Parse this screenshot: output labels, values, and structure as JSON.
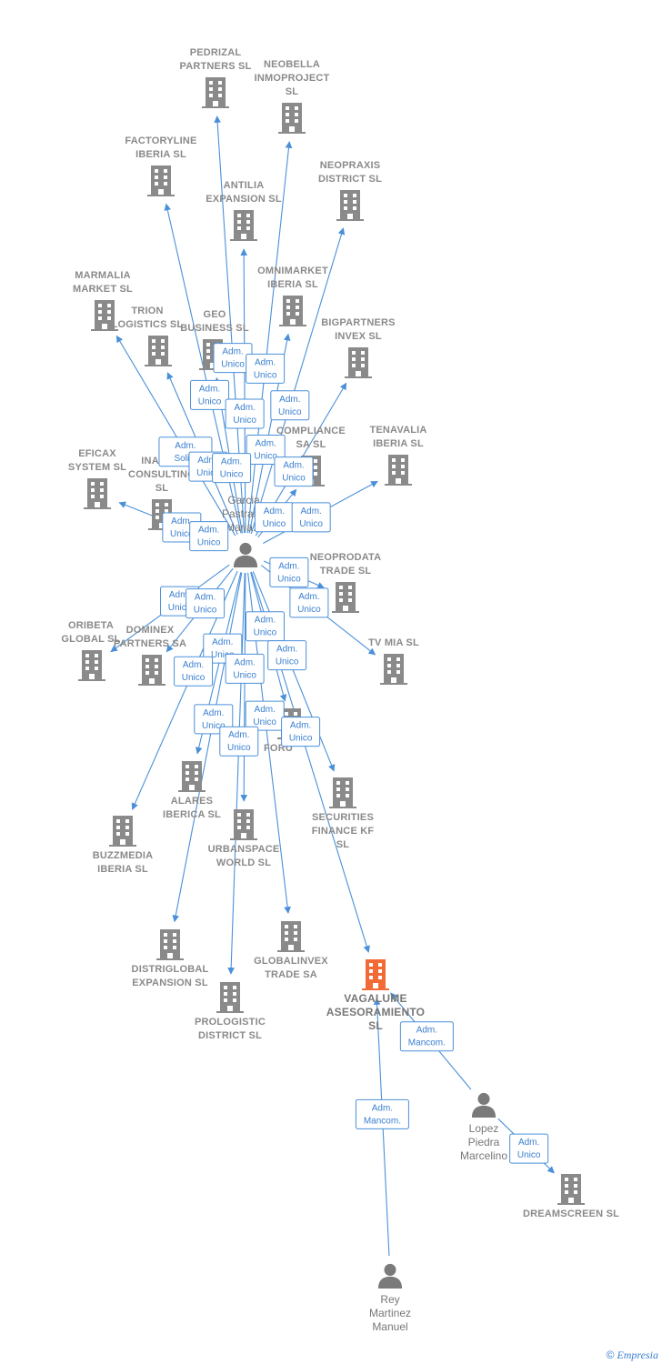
{
  "colors": {
    "edge": "#4a90d9",
    "company": "#8a8a8a",
    "focus": "#f26a36",
    "person": "#7a7a7a"
  },
  "footer": {
    "copyright": "©",
    "brand": "Empresia"
  },
  "nodes": [
    {
      "id": "pedrizal",
      "kind": "company",
      "lines": [
        "PEDRIZAL",
        "PARTNERS SL"
      ],
      "icon": "building-icon"
    },
    {
      "id": "neobella",
      "kind": "company",
      "lines": [
        "NEOBELLA",
        "INMOPROJECT",
        "SL"
      ],
      "icon": "building-icon"
    },
    {
      "id": "factoryline",
      "kind": "company",
      "lines": [
        "FACTORYLINE",
        "IBERIA SL"
      ],
      "icon": "building-icon"
    },
    {
      "id": "neopraxis",
      "kind": "company",
      "lines": [
        "NEOPRAXIS",
        "DISTRICT SL"
      ],
      "icon": "building-icon"
    },
    {
      "id": "antilia",
      "kind": "company",
      "lines": [
        "ANTILIA",
        "EXPANSION SL"
      ],
      "icon": "building-icon"
    },
    {
      "id": "omnimarket",
      "kind": "company",
      "lines": [
        "OMNIMARKET",
        "IBERIA SL"
      ],
      "icon": "building-icon"
    },
    {
      "id": "marmalia",
      "kind": "company",
      "lines": [
        "MARMALIA",
        "MARKET SL"
      ],
      "icon": "building-icon"
    },
    {
      "id": "trion",
      "kind": "company",
      "lines": [
        "TRION",
        "LOGISTICS SL"
      ],
      "icon": "building-icon"
    },
    {
      "id": "geo",
      "kind": "company",
      "lines": [
        "GEO",
        "BUSINESS SL"
      ],
      "icon": "building-icon"
    },
    {
      "id": "bigpartners",
      "kind": "company",
      "lines": [
        "BIGPARTNERS",
        "INVEX SL"
      ],
      "icon": "building-icon"
    },
    {
      "id": "compliance",
      "kind": "company",
      "lines": [
        "COMPLIANCE",
        "SA SL"
      ],
      "icon": "building-icon"
    },
    {
      "id": "tenavalia",
      "kind": "company",
      "lines": [
        "TENAVALIA",
        "IBERIA SL"
      ],
      "icon": "building-icon"
    },
    {
      "id": "eficax",
      "kind": "company",
      "lines": [
        "EFICAX",
        "SYSTEM SL"
      ],
      "icon": "building-icon"
    },
    {
      "id": "inalbis",
      "kind": "company",
      "lines": [
        "INALBIS",
        "CONSULTING",
        "SL"
      ],
      "icon": "building-icon"
    },
    {
      "id": "neoprodata",
      "kind": "company",
      "lines": [
        "NEOPRODATA",
        "TRADE SL"
      ],
      "icon": "building-icon"
    },
    {
      "id": "oribeta",
      "kind": "company",
      "lines": [
        "ORIBETA",
        "GLOBAL SL"
      ],
      "icon": "building-icon"
    },
    {
      "id": "dominex",
      "kind": "company",
      "lines": [
        "DOMINEX",
        "PARTNERS SA"
      ],
      "icon": "building-icon"
    },
    {
      "id": "tvmia",
      "kind": "company",
      "lines": [
        "TV MIA SL"
      ],
      "icon": "building-icon"
    },
    {
      "id": "foru",
      "kind": "company",
      "lines": [
        "FORU"
      ],
      "icon": "building-icon"
    },
    {
      "id": "alares",
      "kind": "company",
      "lines": [
        "ALARES",
        "IBERICA SL"
      ],
      "icon": "building-icon"
    },
    {
      "id": "securities",
      "kind": "company",
      "lines": [
        "SECURITIES",
        "FINANCE KF",
        "SL"
      ],
      "icon": "building-icon"
    },
    {
      "id": "buzzmedia",
      "kind": "company",
      "lines": [
        "BUZZMEDIA",
        "IBERIA SL"
      ],
      "icon": "building-icon"
    },
    {
      "id": "urbanspace",
      "kind": "company",
      "lines": [
        "URBANSPACE",
        "WORLD SL"
      ],
      "icon": "building-icon"
    },
    {
      "id": "distriglobal",
      "kind": "company",
      "lines": [
        "DISTRIGLOBAL",
        "EXPANSION SL"
      ],
      "icon": "building-icon"
    },
    {
      "id": "globalinvex",
      "kind": "company",
      "lines": [
        "GLOBALINVEX",
        "TRADE SA"
      ],
      "icon": "building-icon"
    },
    {
      "id": "vagalume",
      "kind": "focus",
      "lines": [
        "VAGALUME",
        "ASESORAMIENTO",
        "SL"
      ],
      "icon": "building-icon"
    },
    {
      "id": "prologistic",
      "kind": "company",
      "lines": [
        "PROLOGISTIC",
        "DISTRICT SL"
      ],
      "icon": "building-icon"
    },
    {
      "id": "dreamscreen",
      "kind": "company",
      "lines": [
        "DREAMSCREEN SL"
      ],
      "icon": "building-icon"
    },
    {
      "id": "garcia",
      "kind": "person",
      "lines": [
        "Garcia",
        "Pastrana",
        "Maria..."
      ],
      "icon": "person-icon"
    },
    {
      "id": "lopez",
      "kind": "person",
      "lines": [
        "Lopez",
        "Piedra",
        "Marcelino"
      ],
      "icon": "person-icon"
    },
    {
      "id": "rey",
      "kind": "person",
      "lines": [
        "Rey",
        "Martinez",
        "Manuel"
      ],
      "icon": "person-icon"
    }
  ],
  "edges": [
    {
      "from": "garcia",
      "to": "pedrizal",
      "badge": [
        "Adm.",
        "Unico"
      ]
    },
    {
      "from": "garcia",
      "to": "neobella",
      "badge": [
        "Adm.",
        "Unico"
      ]
    },
    {
      "from": "garcia",
      "to": "factoryline",
      "badge": [
        "Adm.",
        "Unico"
      ]
    },
    {
      "from": "garcia",
      "to": "neopraxis",
      "badge": [
        "Adm.",
        "Unico"
      ]
    },
    {
      "from": "garcia",
      "to": "antilia",
      "badge": [
        "Adm.",
        "Unico"
      ]
    },
    {
      "from": "garcia",
      "to": "omnimarket",
      "badge": [
        "Adm.",
        "Unico"
      ]
    },
    {
      "from": "garcia",
      "to": "marmalia",
      "badge": [
        "Adm.",
        "Solid."
      ]
    },
    {
      "from": "garcia",
      "to": "trion",
      "badge": [
        "Adm.",
        "Unico"
      ]
    },
    {
      "from": "garcia",
      "to": "geo",
      "badge": [
        "Adm.",
        "Unico"
      ]
    },
    {
      "from": "garcia",
      "to": "bigpartners",
      "badge": [
        "Adm.",
        "Unico"
      ]
    },
    {
      "from": "garcia",
      "to": "compliance",
      "badge": [
        "Adm.",
        "Unico"
      ]
    },
    {
      "from": "garcia",
      "to": "tenavalia",
      "badge": [
        "Adm.",
        "Unico"
      ]
    },
    {
      "from": "garcia",
      "to": "eficax",
      "badge": [
        "Adm.",
        "Unico"
      ]
    },
    {
      "from": "garcia",
      "to": "inalbis",
      "badge": [
        "Adm.",
        "Unico"
      ]
    },
    {
      "from": "garcia",
      "to": "neoprodata",
      "badge": [
        "Adm.",
        "Unico"
      ]
    },
    {
      "from": "garcia",
      "to": "oribeta",
      "badge": [
        "Adm.",
        "Unico"
      ]
    },
    {
      "from": "garcia",
      "to": "dominex",
      "badge": [
        "Adm.",
        "Unico"
      ]
    },
    {
      "from": "garcia",
      "to": "tvmia",
      "badge": [
        "Adm.",
        "Unico"
      ]
    },
    {
      "from": "garcia",
      "to": "foru",
      "badge": [
        "Adm.",
        "Unico"
      ]
    },
    {
      "from": "garcia",
      "to": "alares",
      "badge": [
        "Adm.",
        "Unico"
      ]
    },
    {
      "from": "garcia",
      "to": "securities",
      "badge": [
        "Adm.",
        "Unico"
      ]
    },
    {
      "from": "garcia",
      "to": "buzzmedia",
      "badge": [
        "Adm.",
        "Unico"
      ]
    },
    {
      "from": "garcia",
      "to": "urbanspace",
      "badge": [
        "Adm.",
        "Unico"
      ]
    },
    {
      "from": "garcia",
      "to": "distriglobal",
      "badge": [
        "Adm.",
        "Unico"
      ]
    },
    {
      "from": "garcia",
      "to": "globalinvex",
      "badge": [
        "Adm.",
        "Unico"
      ]
    },
    {
      "from": "garcia",
      "to": "vagalume",
      "badge": [
        "Adm.",
        "Unico"
      ]
    },
    {
      "from": "garcia",
      "to": "prologistic",
      "badge": [
        "Adm.",
        "Unico"
      ]
    },
    {
      "from": "lopez",
      "to": "vagalume",
      "badge": [
        "Adm.",
        "Mancom."
      ]
    },
    {
      "from": "lopez",
      "to": "dreamscreen",
      "badge": [
        "Adm.",
        "Unico"
      ]
    },
    {
      "from": "rey",
      "to": "vagalume",
      "badge": [
        "Adm.",
        "Mancom."
      ]
    }
  ]
}
